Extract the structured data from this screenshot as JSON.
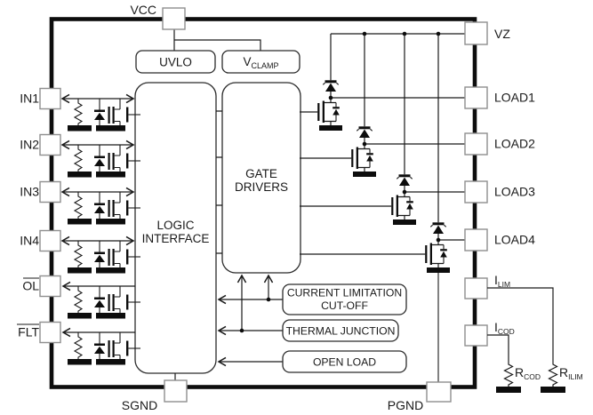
{
  "diagram_type": "ic-functional-block-diagram",
  "colors": {
    "line": "#1a1a1a",
    "background": "#ffffff",
    "pad_border": "#8f8f8f"
  },
  "pins": {
    "top": {
      "vcc": "VCC"
    },
    "left": [
      {
        "id": "in1",
        "label": "IN1",
        "overline": false
      },
      {
        "id": "in2",
        "label": "IN2",
        "overline": false
      },
      {
        "id": "in3",
        "label": "IN3",
        "overline": false
      },
      {
        "id": "in4",
        "label": "IN4",
        "overline": false
      },
      {
        "id": "ol",
        "label": "OL",
        "overline": true
      },
      {
        "id": "flt",
        "label": "FLT",
        "overline": true
      }
    ],
    "right": [
      {
        "id": "vz",
        "label": "VZ"
      },
      {
        "id": "load1",
        "label": "LOAD1"
      },
      {
        "id": "load2",
        "label": "LOAD2"
      },
      {
        "id": "load3",
        "label": "LOAD3"
      },
      {
        "id": "load4",
        "label": "LOAD4"
      },
      {
        "id": "ilim",
        "main": "I",
        "sub": "LIM"
      },
      {
        "id": "icod",
        "main": "I",
        "sub": "COD"
      }
    ],
    "bottom": [
      {
        "id": "sgnd",
        "label": "SGND"
      },
      {
        "id": "pgnd",
        "label": "PGND"
      }
    ]
  },
  "blocks": {
    "uvlo": {
      "label": "UVLO"
    },
    "vclamp": {
      "main": "V",
      "sub": "CLAMP"
    },
    "logic": {
      "line1": "LOGIC",
      "line2": "INTERFACE"
    },
    "gate": {
      "line1": "GATE",
      "line2": "DRIVERS"
    },
    "current_limit": {
      "line1": "CURRENT LIMITATION",
      "line2": "CUT-OFF"
    },
    "thermal": {
      "label": "THERMAL JUNCTION"
    },
    "open_load": {
      "label": "OPEN LOAD"
    }
  },
  "external": {
    "rcod": {
      "main": "R",
      "sub": "COD"
    },
    "rilim": {
      "main": "R",
      "sub": "ILIM"
    }
  }
}
